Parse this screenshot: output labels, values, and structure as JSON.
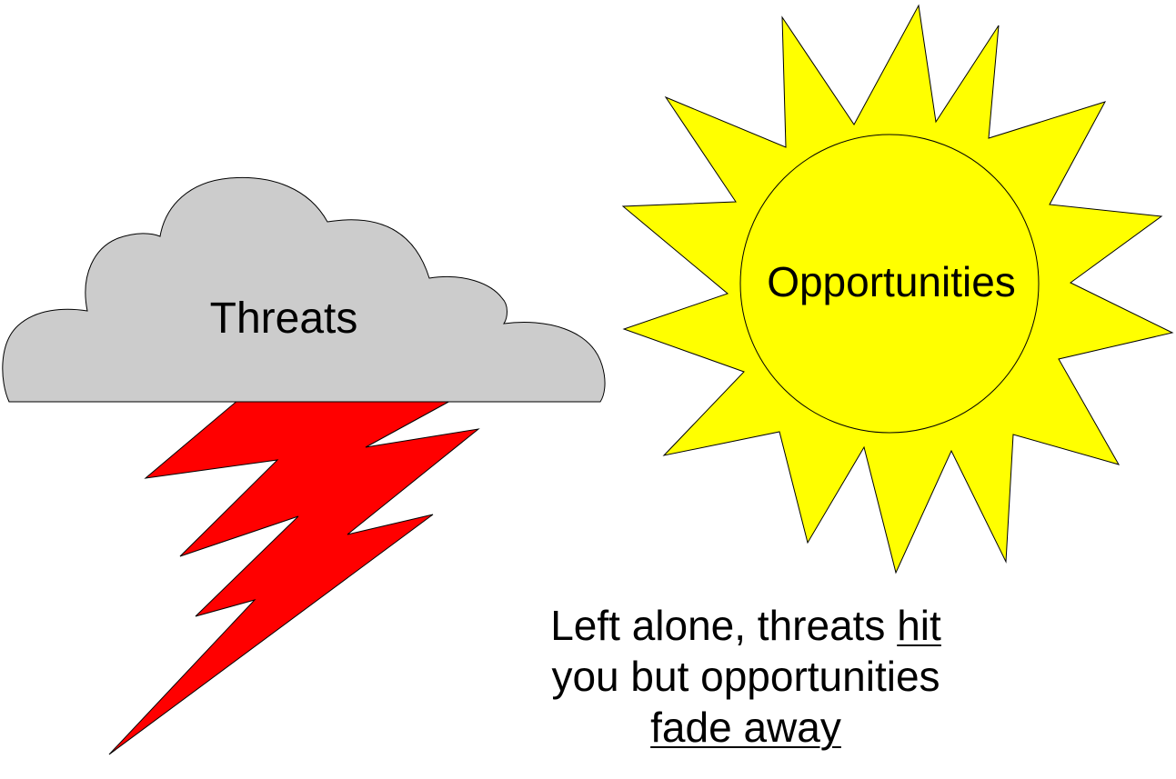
{
  "threats": {
    "label": "Threats",
    "cloud_color": "#cccccc",
    "bolt_color": "#ff0000"
  },
  "opportunities": {
    "label": "Opportunities",
    "sun_color": "#ffff00"
  },
  "caption": {
    "part1": "Left alone, threats ",
    "hit": "hit",
    "part2": "you but opportunities",
    "fade": "fade away"
  }
}
